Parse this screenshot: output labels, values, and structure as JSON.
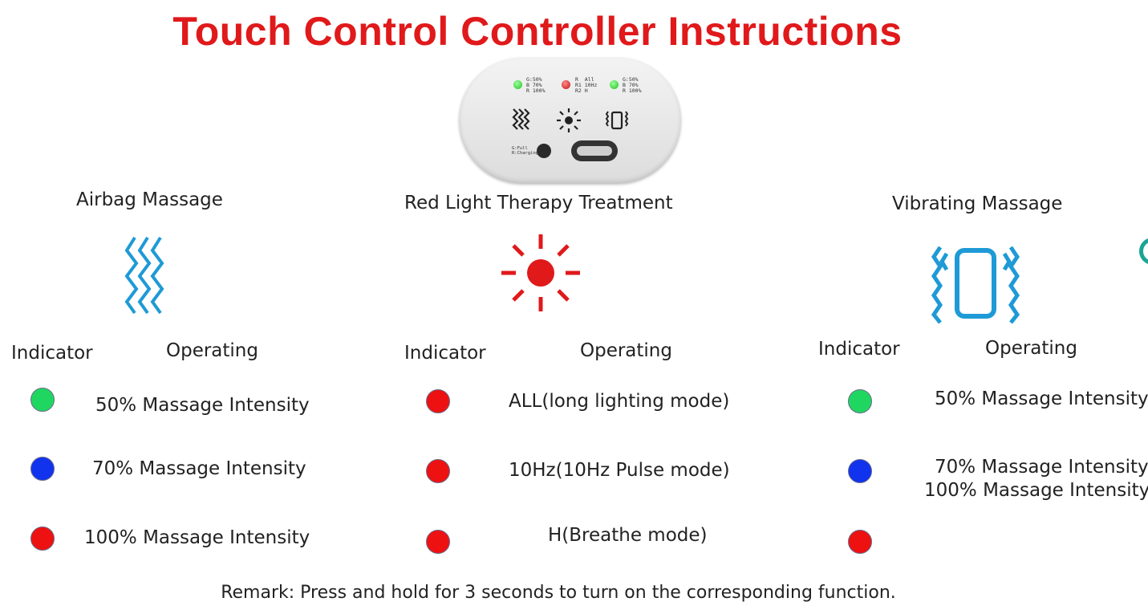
{
  "title": "Touch Control Controller Instructions",
  "controller": {
    "left_label": "G:50%\nB 70%\nR 100%",
    "middle_label": "R  All\nR1 10Hz\nR2 H",
    "right_label": "G:50%\nB 70%\nR 100%",
    "charge_label": "G:Full\nR:Charging",
    "icons": [
      "heat-wave-icon",
      "sun-icon",
      "vibration-icon"
    ]
  },
  "sections": [
    {
      "title": "Airbag Massage",
      "icon": "airbag-wave-icon",
      "indicator_header": "Indicator",
      "operating_header": "Operating",
      "rows": [
        {
          "color": "#1fd760",
          "text": "50% Massage Intensity"
        },
        {
          "color": "#1133ee",
          "text": "70% Massage Intensity"
        },
        {
          "color": "#ee1111",
          "text": "100% Massage Intensity"
        }
      ]
    },
    {
      "title": "Red Light Therapy Treatment",
      "icon": "sun-icon",
      "indicator_header": "Indicator",
      "operating_header": "Operating",
      "rows": [
        {
          "color": "#ee1111",
          "text": "ALL(long lighting mode)"
        },
        {
          "color": "#ee1111",
          "text": "10Hz(10Hz Pulse mode)"
        },
        {
          "color": "#ee1111",
          "text": "H(Breathe mode)"
        }
      ]
    },
    {
      "title": "Vibrating Massage",
      "icon": "vibrating-phone-icon",
      "indicator_header": "Indicator",
      "operating_header": "Operating",
      "rows": [
        {
          "color": "#1fd760",
          "text": "50% Massage Intensity"
        },
        {
          "color": "#1133ee",
          "text": "70% Massage Intensity"
        },
        {
          "color": "#ee1111",
          "text": "100% Massage Intensity"
        }
      ]
    }
  ],
  "colors": {
    "title": "#e0191b",
    "icon_blue": "#1e9ad6",
    "icon_red": "#e0191b"
  },
  "remark": "Remark: Press and hold for 3 seconds to turn on the corresponding function."
}
